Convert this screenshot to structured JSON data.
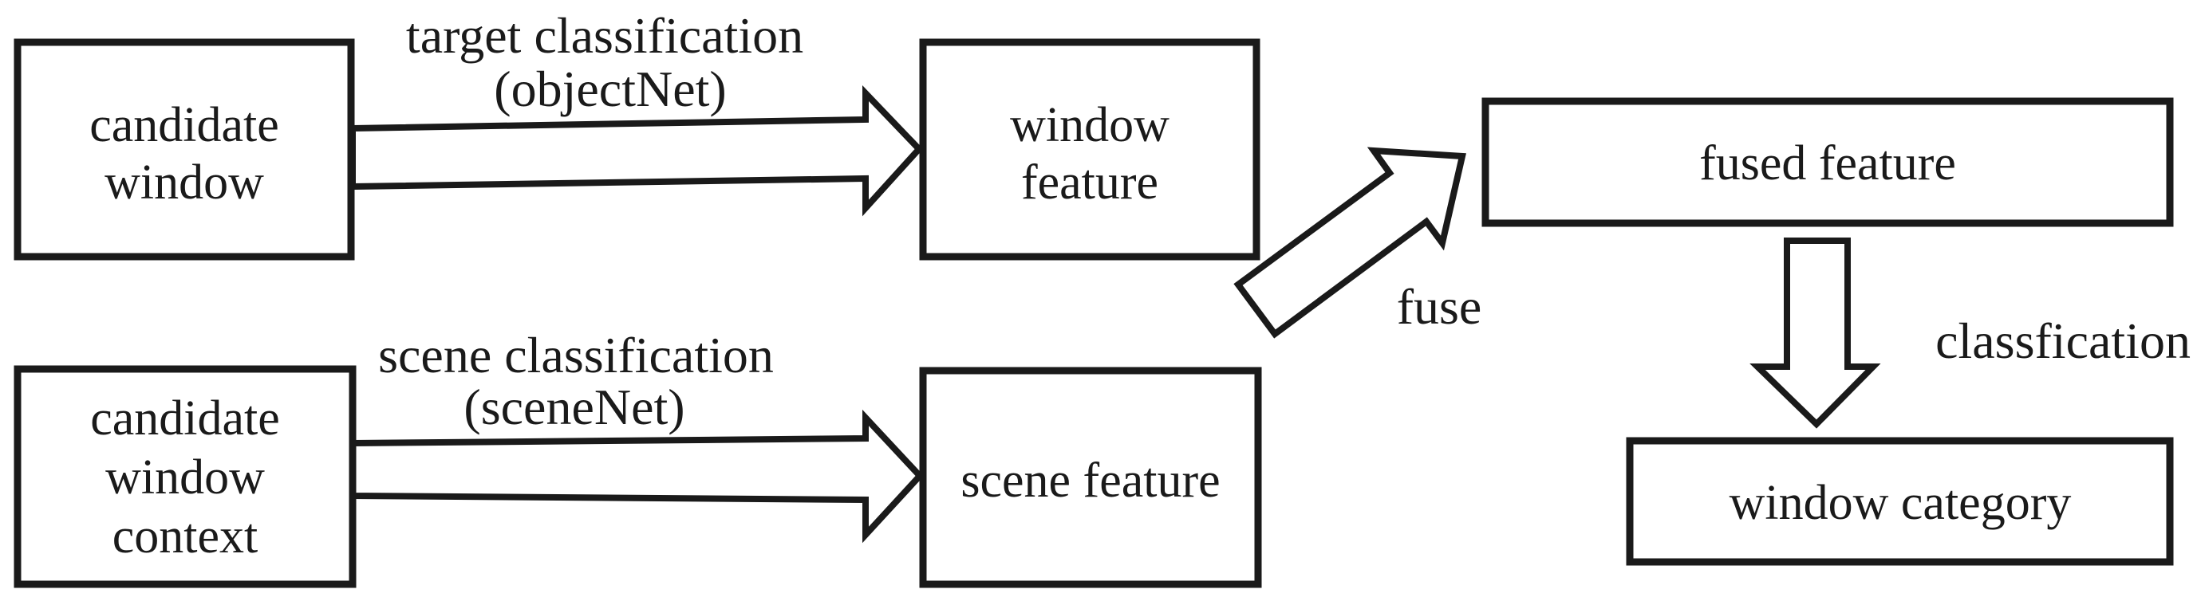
{
  "figure": {
    "background_color": "#ffffff",
    "line_color": "#1a1a1a",
    "nodes": {
      "candidate_window": {
        "line1": "candidate",
        "line2": "window"
      },
      "window_feature": {
        "line1": "window",
        "line2": "feature"
      },
      "candidate_window_context": {
        "line1": "candidate",
        "line2": "window",
        "line3": "context"
      },
      "scene_feature": {
        "label": "scene feature"
      },
      "fused_feature": {
        "label": "fused feature"
      },
      "window_category": {
        "label": "window category"
      }
    },
    "edges": {
      "target_classification": {
        "line1": "target classification",
        "line2": "(objectNet)"
      },
      "scene_classification": {
        "line1": "scene classification",
        "line2": "(sceneNet)"
      },
      "fuse": {
        "label": "fuse"
      },
      "classification": {
        "label": "classfication"
      }
    }
  }
}
